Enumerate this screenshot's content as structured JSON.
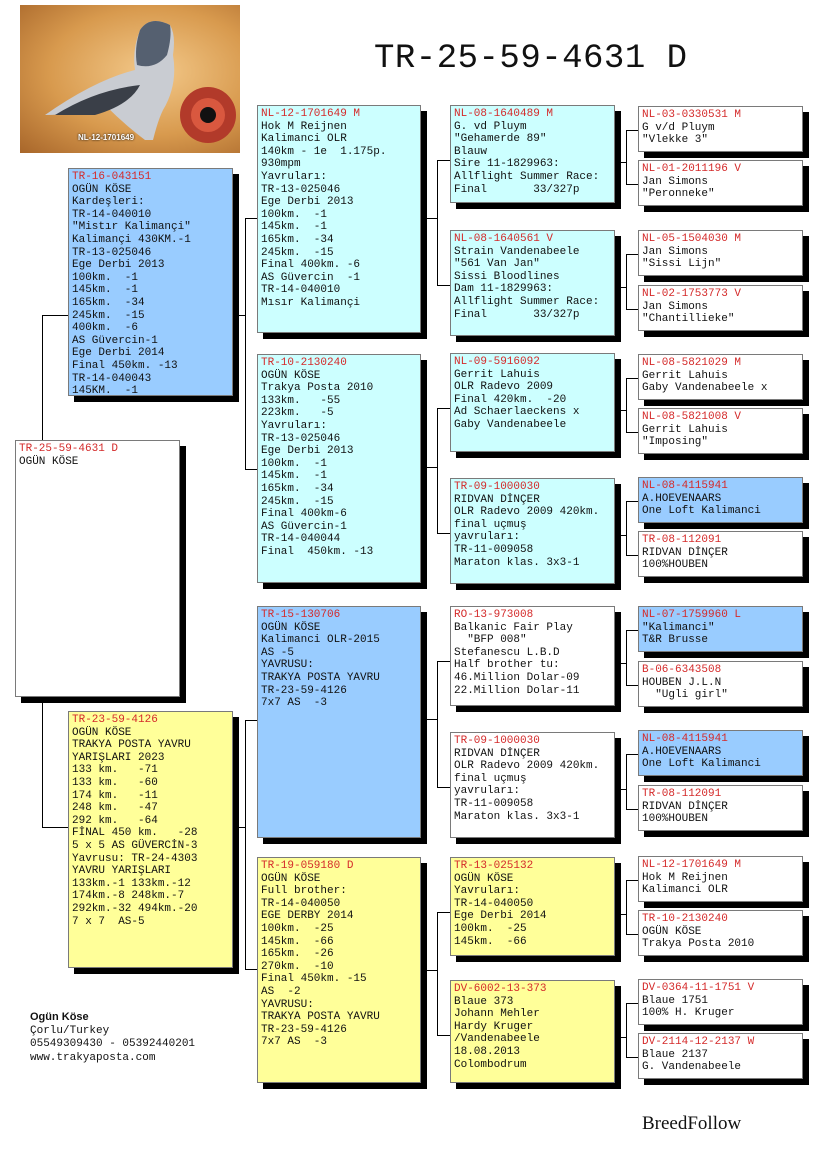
{
  "title": "TR-25-59-4631 D",
  "photo_label": "NL-12-1701649",
  "subject": {
    "ring": "TR-25-59-4631 D",
    "lines": [
      "OGÜN KÖSE"
    ]
  },
  "sire": {
    "ring": "TR-16-043151",
    "lines": [
      "OGÜN KÖSE",
      "Kardeşleri:",
      "TR-14-040010",
      "\"Mistır Kalimançi\"",
      "Kalimançi 430KM.-1",
      "TR-13-025046",
      "Ege Derbi 2013",
      "100km.  -1",
      "145km.  -1",
      "165km.  -34",
      "245km.  -15",
      "400km.  -6",
      "AS Güvercin-1",
      "Ege Derbi 2014",
      "Final 450km. -13",
      "TR-14-040043",
      "145KM.  -1"
    ]
  },
  "dam": {
    "ring": "TR-23-59-4126",
    "lines": [
      "OGÜN KÖSE",
      "TRAKYA POSTA YAVRU",
      "YARIŞLARI 2023",
      "133 km.   -71",
      "133 km.   -60",
      "174 km.   -11",
      "248 km.   -47",
      "292 km.   -64",
      "FİNAL 450 km.   -28",
      "5 x 5 AS GÜVERCİN-3",
      "Yavrusu: TR-24-4303",
      "YAVRU YARIŞLARI",
      "133km.-1 133km.-12",
      "174km.-8 248km.-7",
      "292km.-32 494km.-20",
      "7 x 7  AS-5"
    ]
  },
  "gen2": [
    {
      "ring": "NL-12-1701649 M",
      "lines": [
        "Hok M Reijnen",
        "Kalimanci OLR",
        "140km - 1e  1.175p.",
        "930mpm",
        "Yavruları:",
        "TR-13-025046",
        "Ege Derbi 2013",
        "100km.  -1",
        "145km.  -1",
        "165km.  -34",
        "245km.  -15",
        "Final 400km. -6",
        "AS Güvercin  -1",
        "TR-14-040010",
        "Mısır Kalimançi"
      ]
    },
    {
      "ring": "TR-10-2130240",
      "lines": [
        "OGÜN KÖSE",
        "Trakya Posta 2010",
        "133km.   -55",
        "223km.   -5",
        "Yavruları:",
        "TR-13-025046",
        "Ege Derbi 2013",
        "100km.  -1",
        "145km.  -1",
        "165km.  -34",
        "245km.  -15",
        "Final 400km-6",
        "AS Güvercin-1",
        "TR-14-040044",
        "Final  450km. -13"
      ]
    },
    {
      "ring": "TR-15-130706",
      "lines": [
        "OGÜN KÖSE",
        "Kalimanci OLR-2015",
        "AS -5",
        "YAVRUSU:",
        "TRAKYA POSTA YAVRU",
        "TR-23-59-4126",
        "7x7 AS  -3"
      ]
    },
    {
      "ring": "TR-19-059180 D",
      "lines": [
        "OGÜN KÖSE",
        "Full brother:",
        "TR-14-040050",
        "EGE DERBY 2014",
        "100km.  -25",
        "145km.  -66",
        "165km.  -26",
        "270km.  -10",
        "Final 450km. -15",
        "AS  -2",
        "YAVRUSU:",
        "TRAKYA POSTA YAVRU",
        "TR-23-59-4126",
        "7x7 AS  -3"
      ]
    }
  ],
  "gen3": [
    {
      "ring": "NL-08-1640489 M",
      "lines": [
        "G. vd Pluym",
        "\"Gehamerde 89\"",
        "Blauw",
        "Sire 11-1829963:",
        "Allflight Summer Race:",
        "Final       33/327p"
      ]
    },
    {
      "ring": "NL-08-1640561 V",
      "lines": [
        "Strain Vandenabeele",
        "\"561 Van Jan\"",
        "Sissi Bloodlines",
        "Dam 11-1829963:",
        "Allflight Summer Race:",
        "Final       33/327p"
      ]
    },
    {
      "ring": "NL-09-5916092",
      "lines": [
        "Gerrit Lahuis",
        "OLR Radevo 2009",
        "Final 420km.  -20",
        "Ad Schaerlaeckens x",
        "Gaby Vandenabeele"
      ]
    },
    {
      "ring": "TR-09-1000030",
      "lines": [
        "RIDVAN DİNÇER",
        "OLR Radevo 2009 420km.",
        "final uçmuş",
        "yavruları:",
        "TR-11-009058",
        "Maraton klas. 3x3-1"
      ]
    },
    {
      "ring": "RO-13-973008",
      "lines": [
        "Balkanic Fair Play",
        "  \"BFP 008\"",
        "Stefanescu L.B.D",
        "Half brother tu:",
        "46.Million Dolar-09",
        "22.Million Dolar-11"
      ]
    },
    {
      "ring": "TR-09-1000030",
      "lines": [
        "RIDVAN DİNÇER",
        "OLR Radevo 2009 420km.",
        "final uçmuş",
        "yavruları:",
        "TR-11-009058",
        "Maraton klas. 3x3-1"
      ]
    },
    {
      "ring": "TR-13-025132",
      "lines": [
        "OGÜN KÖSE",
        "Yavruları:",
        "TR-14-040050",
        "Ege Derbi 2014",
        "100km.  -25",
        "145km.  -66"
      ]
    },
    {
      "ring": "DV-6002-13-373",
      "lines": [
        "Blaue 373",
        "Johann Mehler",
        "Hardy Kruger",
        "/Vandenabeele",
        "18.08.2013",
        "Colombodrum"
      ]
    }
  ],
  "gen4": [
    {
      "ring": "NL-03-0330531 M",
      "lines": [
        "G v/d Pluym",
        "\"Vlekke 3\""
      ]
    },
    {
      "ring": "NL-01-2011196 V",
      "lines": [
        "Jan Simons",
        "\"Peronneke\""
      ]
    },
    {
      "ring": "NL-05-1504030 M",
      "lines": [
        "Jan Simons",
        "\"Sissi Lijn\""
      ]
    },
    {
      "ring": "NL-02-1753773 V",
      "lines": [
        "Jan Simons",
        "\"Chantillieke\""
      ]
    },
    {
      "ring": "NL-08-5821029 M",
      "lines": [
        "Gerrit Lahuis",
        "Gaby Vandenabeele x"
      ]
    },
    {
      "ring": "NL-08-5821008 V",
      "lines": [
        "Gerrit Lahuis",
        "\"Imposing\""
      ]
    },
    {
      "ring": "NL-08-4115941",
      "lines": [
        "A.HOEVENAARS",
        "One Loft Kalimanci"
      ]
    },
    {
      "ring": "TR-08-112091",
      "lines": [
        "RIDVAN DİNÇER",
        "100%HOUBEN"
      ]
    },
    {
      "ring": "NL-07-1759960 L",
      "lines": [
        "\"Kalimanci\"",
        "T&R Brusse"
      ]
    },
    {
      "ring": "B-06-6343508",
      "lines": [
        "HOUBEN J.L.N",
        "  \"Ugli girl\""
      ]
    },
    {
      "ring": "NL-08-4115941",
      "lines": [
        "A.HOEVENAARS",
        "One Loft Kalimanci"
      ]
    },
    {
      "ring": "TR-08-112091",
      "lines": [
        "RIDVAN DİNÇER",
        "100%HOUBEN"
      ]
    },
    {
      "ring": "NL-12-1701649 M",
      "lines": [
        "Hok M Reijnen",
        "Kalimanci OLR"
      ]
    },
    {
      "ring": "TR-10-2130240",
      "lines": [
        "OGÜN KÖSE",
        "Trakya Posta 2010"
      ]
    },
    {
      "ring": "DV-0364-11-1751 V",
      "lines": [
        "Blaue 1751",
        "100% H. Kruger"
      ]
    },
    {
      "ring": "DV-2114-12-2137 W",
      "lines": [
        "Blaue 2137",
        "G. Vandenabeele"
      ]
    }
  ],
  "contact": {
    "name": "Ogün Köse",
    "city": "Çorlu/Turkey",
    "phones": "05549309430 - 05392440201",
    "website": "www.trakyaposta.com"
  },
  "brand": "BreedFollow",
  "colors": {
    "ring": "#d42a2a",
    "cyan": "#ccffff",
    "blue": "#99ccff",
    "yellow": "#ffff99"
  }
}
